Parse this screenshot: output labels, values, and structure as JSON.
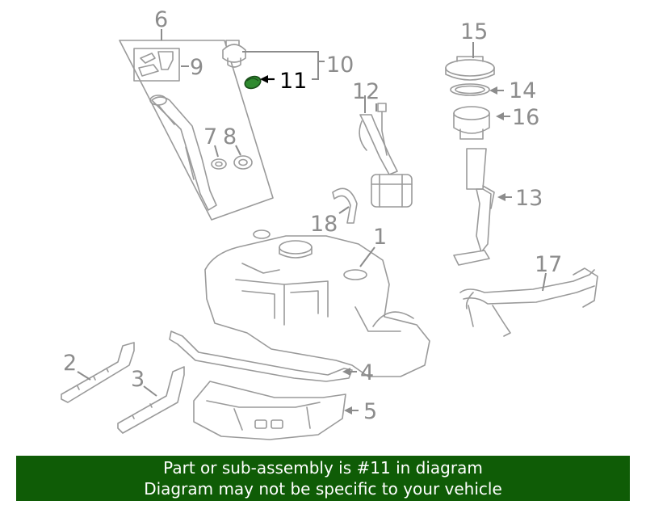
{
  "colors": {
    "banner_bg": "#0f5c06",
    "banner_text": "#ffffff",
    "highlight_part": "#2f8a2f",
    "line_gray": "#9a9a9a"
  },
  "labels": {
    "p1": "1",
    "p2": "2",
    "p3": "3",
    "p4": "4",
    "p5": "5",
    "p6": "6",
    "p7": "7",
    "p8": "8",
    "p9": "9",
    "p10": "10",
    "p11": "11",
    "p12": "12",
    "p13": "13",
    "p14": "14",
    "p15": "15",
    "p16": "16",
    "p17": "17",
    "p18": "18"
  },
  "highlighted_part": "11",
  "banner": {
    "line1": "Part or sub-assembly is #11 in diagram",
    "line2": "Diagram may not be specific to your vehicle"
  }
}
